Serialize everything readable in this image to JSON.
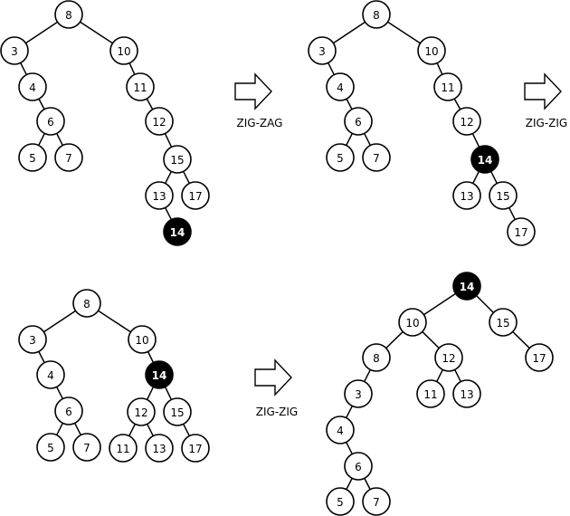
{
  "colors": {
    "node_fill": "#ffffff",
    "highlight_fill": "#000000",
    "text": "#000000",
    "highlight_text": "#ffffff"
  },
  "operations": [
    {
      "label": "ZIG-ZAG"
    },
    {
      "label": "ZIG-ZIG"
    },
    {
      "label": "ZIG-ZIG"
    }
  ],
  "trees": [
    {
      "name": "tree-1",
      "nodes": [
        {
          "id": "a8",
          "label": "8"
        },
        {
          "id": "a3",
          "label": "3"
        },
        {
          "id": "a10",
          "label": "10"
        },
        {
          "id": "a4",
          "label": "4"
        },
        {
          "id": "a11",
          "label": "11"
        },
        {
          "id": "a6",
          "label": "6"
        },
        {
          "id": "a12",
          "label": "12"
        },
        {
          "id": "a5",
          "label": "5"
        },
        {
          "id": "a7",
          "label": "7"
        },
        {
          "id": "a15",
          "label": "15"
        },
        {
          "id": "a13",
          "label": "13"
        },
        {
          "id": "a17",
          "label": "17"
        },
        {
          "id": "a14",
          "label": "14",
          "highlight": true
        }
      ],
      "edges": [
        [
          "a8",
          "a3"
        ],
        [
          "a8",
          "a10"
        ],
        [
          "a3",
          "a4"
        ],
        [
          "a4",
          "a6"
        ],
        [
          "a6",
          "a5"
        ],
        [
          "a6",
          "a7"
        ],
        [
          "a10",
          "a11"
        ],
        [
          "a11",
          "a12"
        ],
        [
          "a12",
          "a15"
        ],
        [
          "a15",
          "a13"
        ],
        [
          "a15",
          "a17"
        ],
        [
          "a13",
          "a14"
        ]
      ]
    },
    {
      "name": "tree-2",
      "nodes": [
        {
          "id": "b8",
          "label": "8"
        },
        {
          "id": "b3",
          "label": "3"
        },
        {
          "id": "b10",
          "label": "10"
        },
        {
          "id": "b4",
          "label": "4"
        },
        {
          "id": "b11",
          "label": "11"
        },
        {
          "id": "b6",
          "label": "6"
        },
        {
          "id": "b12",
          "label": "12"
        },
        {
          "id": "b5",
          "label": "5"
        },
        {
          "id": "b7",
          "label": "7"
        },
        {
          "id": "b14",
          "label": "14",
          "highlight": true
        },
        {
          "id": "b13",
          "label": "13"
        },
        {
          "id": "b15",
          "label": "15"
        },
        {
          "id": "b17",
          "label": "17"
        }
      ],
      "edges": [
        [
          "b8",
          "b3"
        ],
        [
          "b8",
          "b10"
        ],
        [
          "b3",
          "b4"
        ],
        [
          "b4",
          "b6"
        ],
        [
          "b6",
          "b5"
        ],
        [
          "b6",
          "b7"
        ],
        [
          "b10",
          "b11"
        ],
        [
          "b11",
          "b12"
        ],
        [
          "b12",
          "b14"
        ],
        [
          "b14",
          "b13"
        ],
        [
          "b14",
          "b15"
        ],
        [
          "b15",
          "b17"
        ]
      ]
    },
    {
      "name": "tree-3",
      "nodes": [
        {
          "id": "c8",
          "label": "8"
        },
        {
          "id": "c3",
          "label": "3"
        },
        {
          "id": "c10",
          "label": "10"
        },
        {
          "id": "c4",
          "label": "4"
        },
        {
          "id": "c14",
          "label": "14",
          "highlight": true
        },
        {
          "id": "c6",
          "label": "6"
        },
        {
          "id": "c12",
          "label": "12"
        },
        {
          "id": "c15",
          "label": "15"
        },
        {
          "id": "c5",
          "label": "5"
        },
        {
          "id": "c7",
          "label": "7"
        },
        {
          "id": "c11",
          "label": "11"
        },
        {
          "id": "c13",
          "label": "13"
        },
        {
          "id": "c17",
          "label": "17"
        }
      ],
      "edges": [
        [
          "c8",
          "c3"
        ],
        [
          "c8",
          "c10"
        ],
        [
          "c3",
          "c4"
        ],
        [
          "c4",
          "c6"
        ],
        [
          "c6",
          "c5"
        ],
        [
          "c6",
          "c7"
        ],
        [
          "c10",
          "c14"
        ],
        [
          "c14",
          "c12"
        ],
        [
          "c14",
          "c15"
        ],
        [
          "c12",
          "c11"
        ],
        [
          "c12",
          "c13"
        ],
        [
          "c15",
          "c17"
        ]
      ]
    },
    {
      "name": "tree-4",
      "nodes": [
        {
          "id": "d14",
          "label": "14",
          "highlight": true
        },
        {
          "id": "d10",
          "label": "10"
        },
        {
          "id": "d15",
          "label": "15"
        },
        {
          "id": "d8",
          "label": "8"
        },
        {
          "id": "d12",
          "label": "12"
        },
        {
          "id": "d17",
          "label": "17"
        },
        {
          "id": "d3",
          "label": "3"
        },
        {
          "id": "d11",
          "label": "11"
        },
        {
          "id": "d13",
          "label": "13"
        },
        {
          "id": "d4",
          "label": "4"
        },
        {
          "id": "d6",
          "label": "6"
        },
        {
          "id": "d5",
          "label": "5"
        },
        {
          "id": "d7",
          "label": "7"
        }
      ],
      "edges": [
        [
          "d14",
          "d10"
        ],
        [
          "d14",
          "d15"
        ],
        [
          "d10",
          "d8"
        ],
        [
          "d10",
          "d12"
        ],
        [
          "d15",
          "d17"
        ],
        [
          "d8",
          "d3"
        ],
        [
          "d12",
          "d11"
        ],
        [
          "d12",
          "d13"
        ],
        [
          "d3",
          "d4"
        ],
        [
          "d4",
          "d6"
        ],
        [
          "d6",
          "d5"
        ],
        [
          "d6",
          "d7"
        ]
      ]
    }
  ]
}
